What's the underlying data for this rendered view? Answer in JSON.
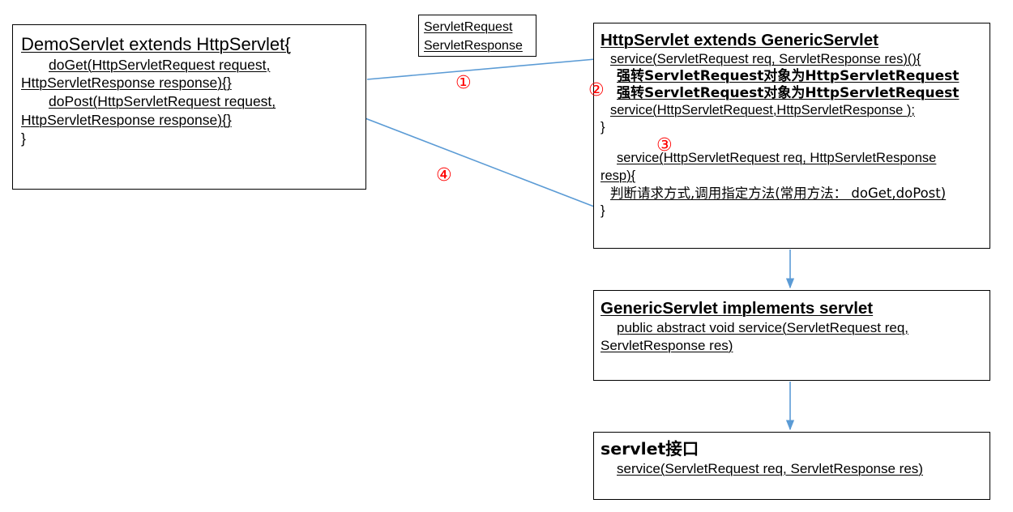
{
  "diagram": {
    "title": "Servlet inheritance call flow",
    "colors": {
      "arrow": "#5B9BD5",
      "marker": "#FF0000",
      "border": "#000000",
      "background": "#FFFFFF"
    }
  },
  "demo_servlet_box": {
    "header": "DemoServlet  extends HttpServlet{",
    "lines": [
      "doGet(HttpServletRequest request,",
      "HttpServletResponse response){}",
      "doPost(HttpServletRequest request,",
      "HttpServletResponse response){}",
      "}"
    ]
  },
  "params_box": {
    "lines": [
      "ServletRequest",
      "ServletResponse"
    ]
  },
  "http_servlet_box": {
    "header": "HttpServlet extends GenericServlet",
    "lines": [
      "service(ServletRequest req, ServletResponse res)(){",
      "强转ServletRequest对象为HttpServletRequest",
      "强转ServletRequest对象为HttpServletRequest",
      "service(HttpServletRequest,HttpServletResponse );",
      "}",
      "service(HttpServletRequest req, HttpServletResponse",
      "resp){",
      "判断请求方式,调用指定方法(常用方法： doGet,doPost)",
      "}"
    ]
  },
  "generic_servlet_box": {
    "header": "GenericServlet  implements  servlet",
    "lines": [
      "public abstract void service(ServletRequest req,",
      "ServletResponse res)"
    ]
  },
  "servlet_interface_box": {
    "header": "servlet接口",
    "lines": [
      "service(ServletRequest req, ServletResponse res)"
    ]
  },
  "markers": [
    {
      "id": "1",
      "label": "①"
    },
    {
      "id": "2",
      "label": "②"
    },
    {
      "id": "3",
      "label": "③"
    },
    {
      "id": "4",
      "label": "④"
    }
  ]
}
